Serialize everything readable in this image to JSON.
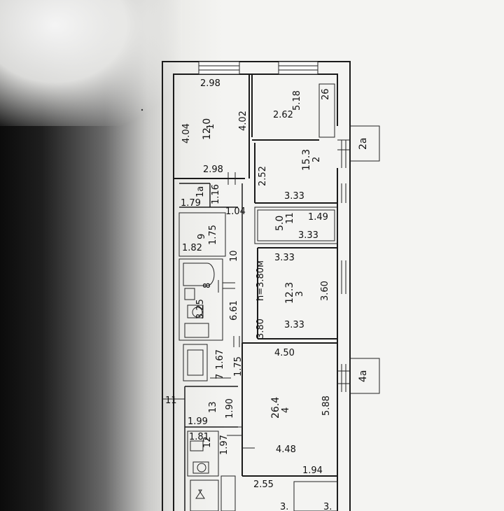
{
  "plan": {
    "room1": {
      "number": "1",
      "area": "12.0",
      "dim_top": "2.98",
      "dim_left": "4.04",
      "dim_right": "4.02",
      "dim_bottom": "2.98"
    },
    "room1a": {
      "number": "1a",
      "dim_h": "1.16",
      "dim_w": "1.79"
    },
    "room2": {
      "number": "2",
      "area": "15.3",
      "dim_top": "5.18",
      "dim_inner": "2.62",
      "dim_left": "2.52",
      "dim_bottom": "3.33",
      "dim_corner": "26"
    },
    "room2a": {
      "label": "2a"
    },
    "room9": {
      "number": "9",
      "dim_h": "1.75",
      "dim_w": "1.82",
      "dim_corridor": "1.04"
    },
    "room11": {
      "number": "11",
      "area": "5.0",
      "dim_h": "1.49",
      "dim_w": "3.33"
    },
    "room10": {
      "number": "10",
      "dim_h": "6.61"
    },
    "room3": {
      "number": "3",
      "area": "12.3",
      "dim_top": "3.33",
      "dim_right": "3.60",
      "dim_left": "3.80",
      "dim_bottom": "3.33",
      "height_note": "h=3.80м"
    },
    "room8": {
      "number": "8",
      "dim_h": "3.25"
    },
    "room7": {
      "number": "7",
      "dim_h": "1.67",
      "dim_corr": "1.75"
    },
    "room4": {
      "number": "4",
      "area": "26.4",
      "dim_top": "4.50",
      "dim_right": "5.88",
      "dim_inner": "4.48",
      "dim_bottom": "1.94",
      "dim_lower": "2.55"
    },
    "room4a": {
      "label": "4a"
    },
    "room13": {
      "number": "13",
      "dim_h": "1.90",
      "dim_w": "1.99"
    },
    "room12": {
      "number": "12",
      "dim_h": "1.97",
      "dim_w": "1.81"
    },
    "stair_label": "11",
    "bottom_partial": [
      "3.",
      "3."
    ]
  }
}
